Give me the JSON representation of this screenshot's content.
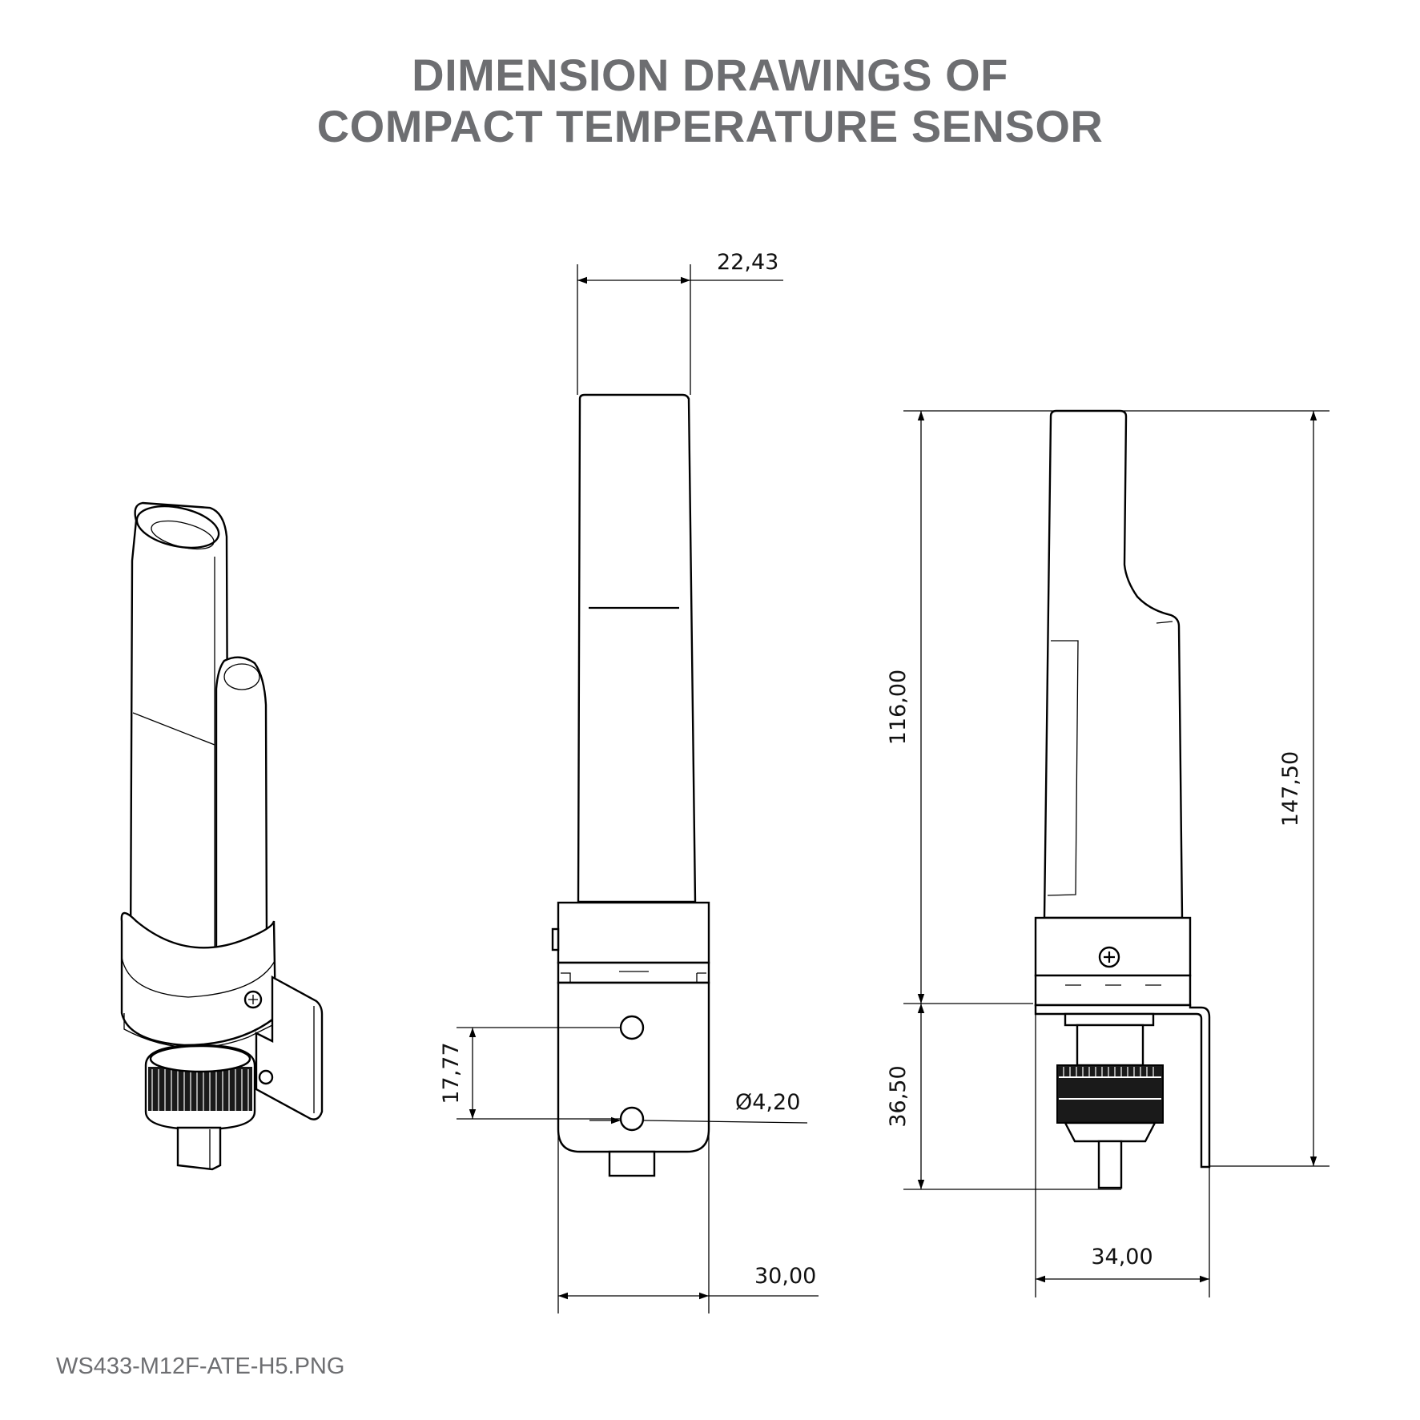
{
  "title": {
    "line1": "DIMENSION DRAWINGS OF",
    "line2": "COMPACT TEMPERATURE SENSOR"
  },
  "dimensions": {
    "top_width": "22,43",
    "hole_spacing": "17,77",
    "hole_diameter": "Ø4,20",
    "bottom_width": "30,00",
    "height_upper": "116,00",
    "height_lower": "36,50",
    "height_total": "147,50",
    "side_width": "34,00"
  },
  "filename": "WS433-M12F-ATE-H5.PNG",
  "colors": {
    "title": "#6d6e71",
    "lines": "#000000",
    "background": "#ffffff"
  }
}
